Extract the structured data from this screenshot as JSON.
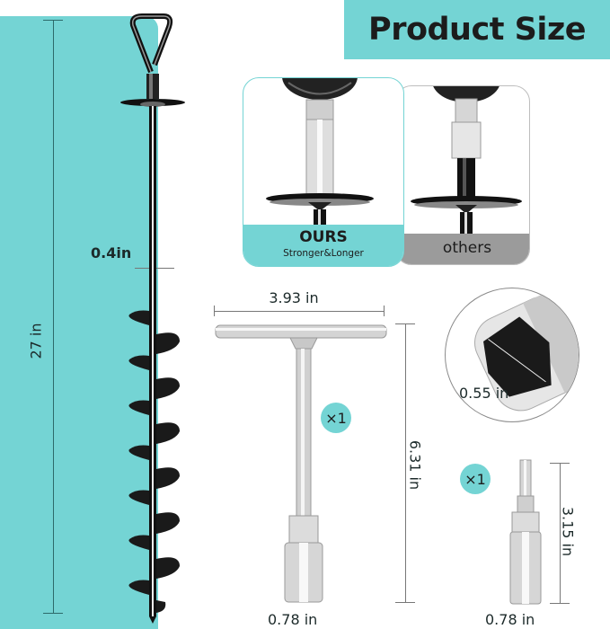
{
  "title": "Product Size",
  "colors": {
    "accent_teal": "#74d4d4",
    "others_gray": "#9b9b9b",
    "text_dark": "#1c1c1c"
  },
  "auger": {
    "length_label": "27 in",
    "diameter_label": "0.4in"
  },
  "comparison": {
    "ours": {
      "title": "OURS",
      "subtitle": "Stronger&Longer"
    },
    "others": {
      "title": "others"
    }
  },
  "t_wrench": {
    "width_label": "3.93 in",
    "height_label": "6.31 in",
    "socket_label": "0.78 in",
    "quantity": "×1"
  },
  "socket_detail": {
    "inner_label": "0.55 in"
  },
  "drill_adapter": {
    "height_label": "3.15 in",
    "socket_label": "0.78 in",
    "quantity": "×1"
  }
}
